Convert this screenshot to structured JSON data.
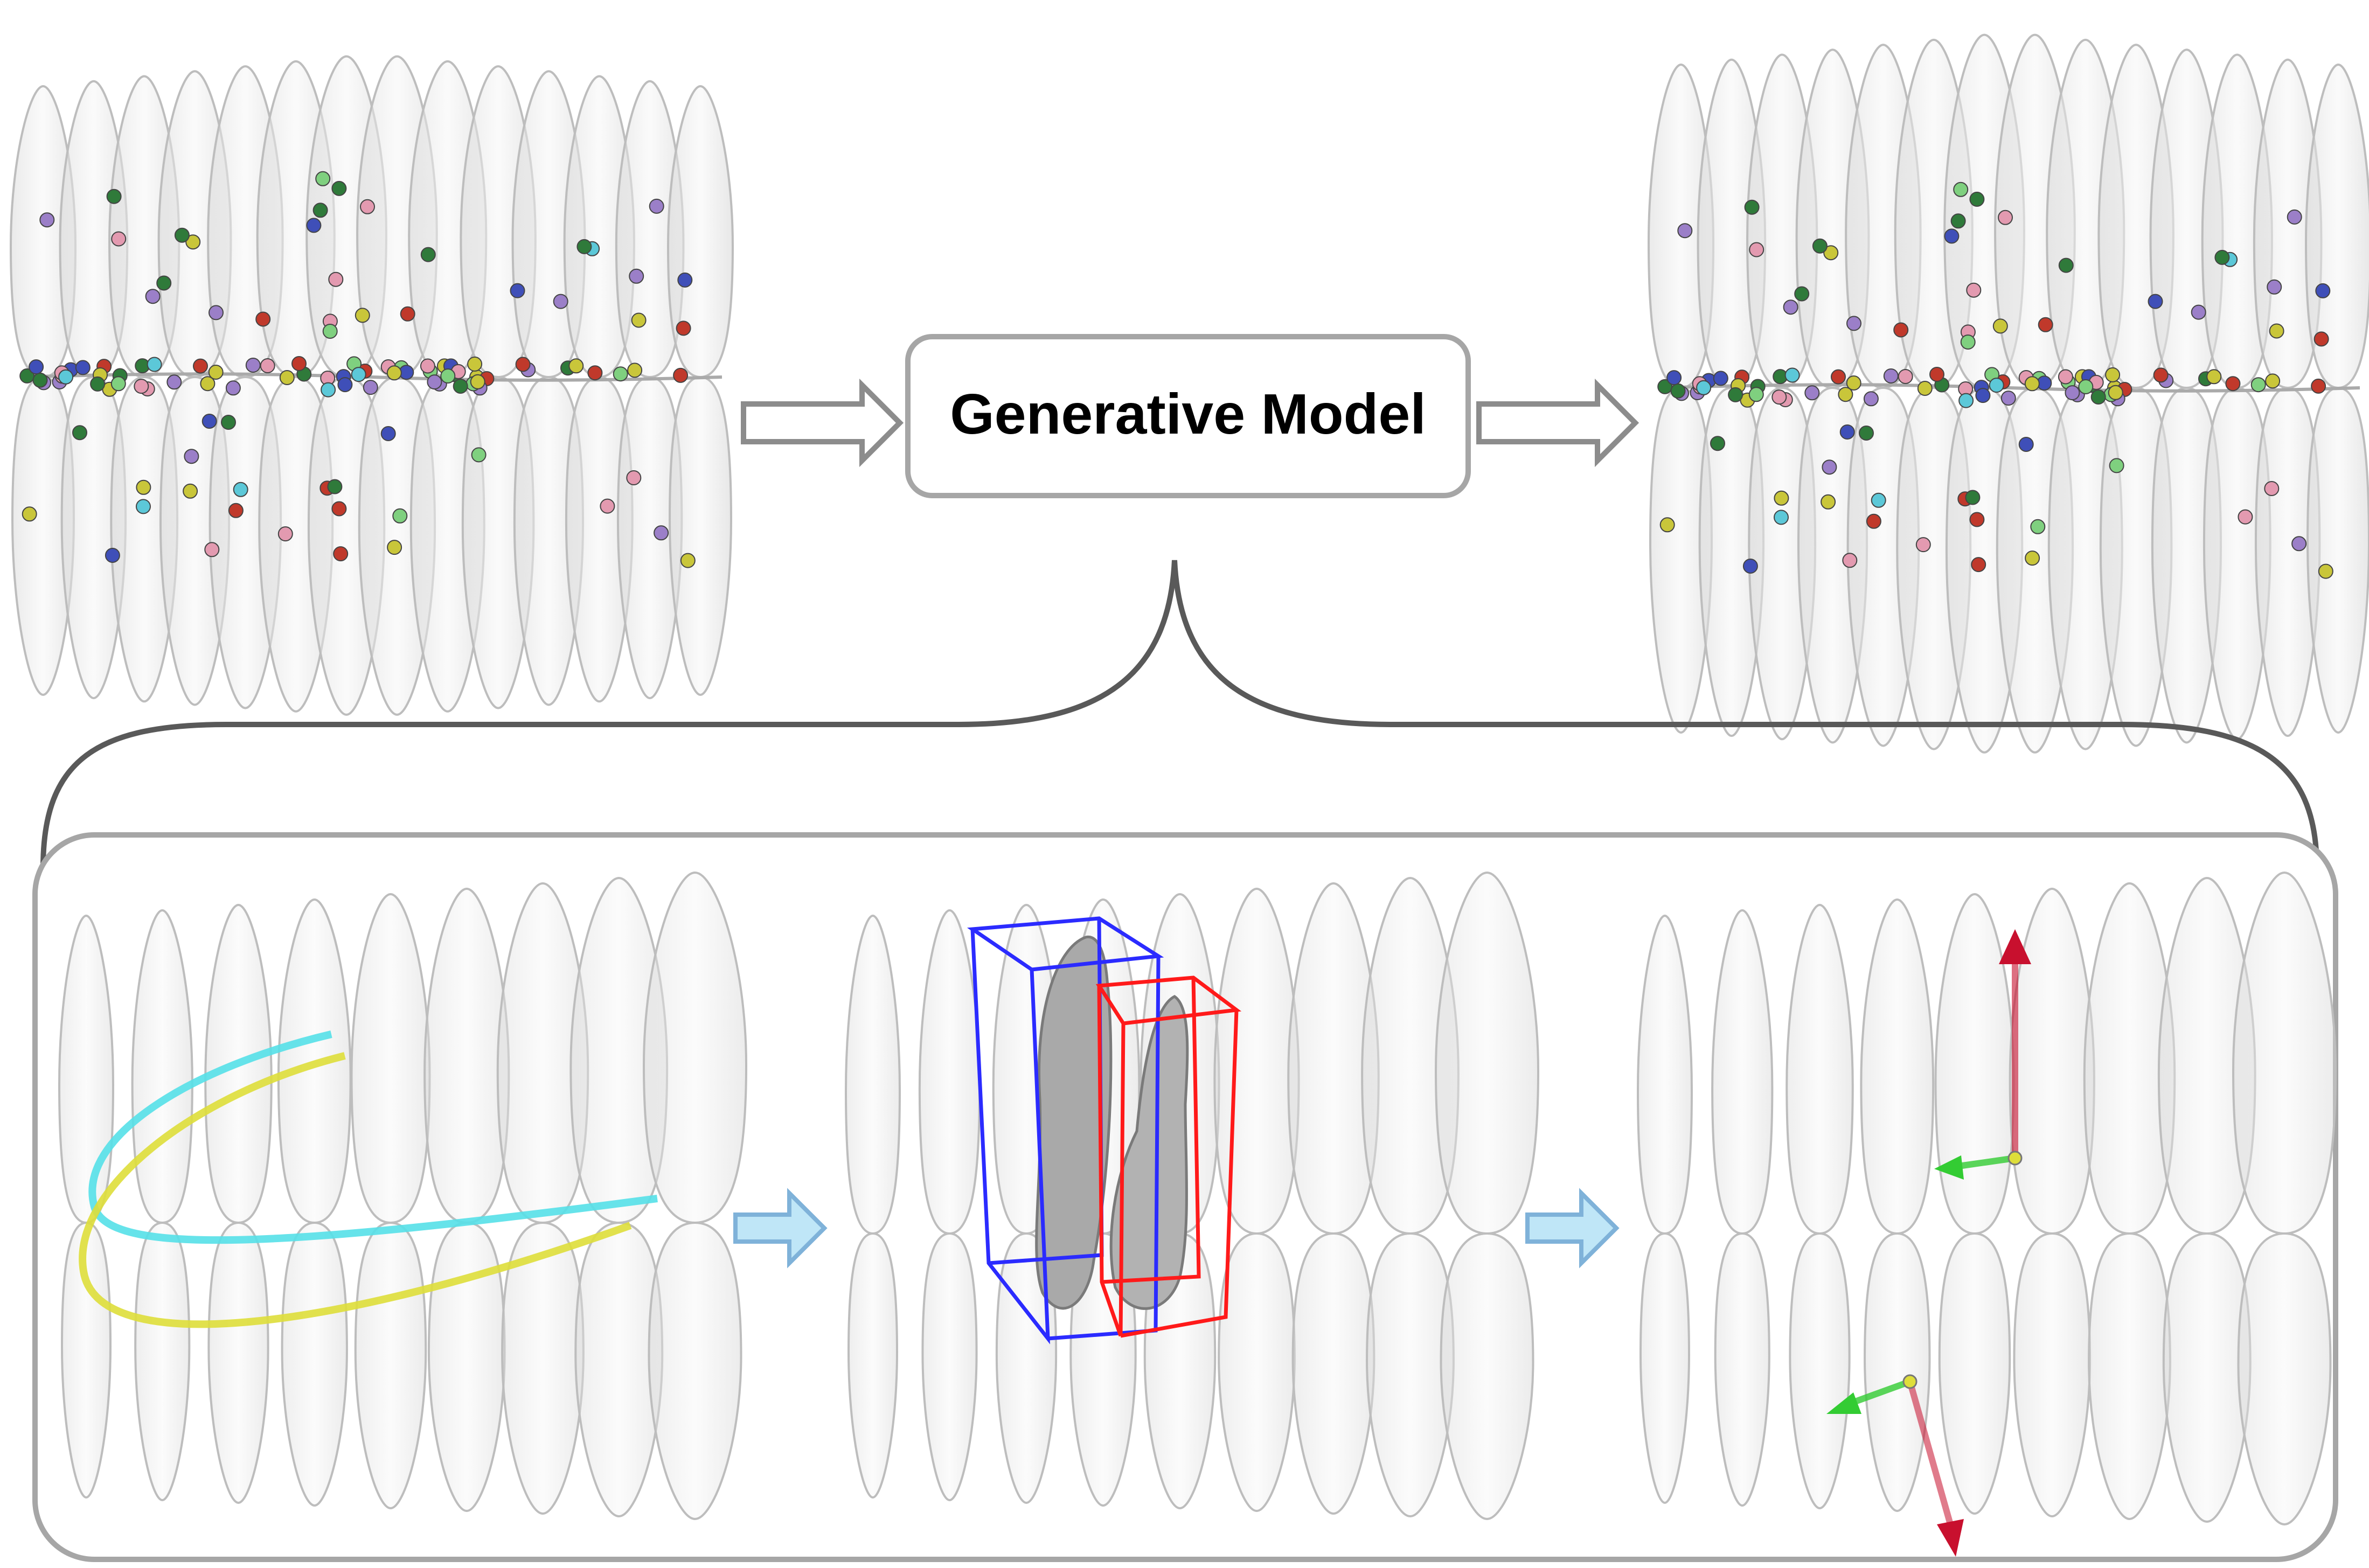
{
  "center_box": {
    "label": "Generative Model"
  },
  "panels": {
    "top_left": {
      "name": "input-dentition-with-landmarks"
    },
    "top_right": {
      "name": "output-dentition-with-landmarks"
    },
    "bottom_left": {
      "name": "dental-arch-curves"
    },
    "bottom_middle": {
      "name": "tooth-bounding-boxes"
    },
    "bottom_right": {
      "name": "tooth-axis-vectors"
    }
  },
  "colors": {
    "box_stroke": "#a6a6a6",
    "brace_stroke": "#595959",
    "tooth_fill": "#e6e6e6",
    "tooth_stroke": "#bdbdbd",
    "arch_cyan": "#55e0e8",
    "arch_yellow": "#dede3a",
    "bbox_blue": "#2b2bff",
    "bbox_red": "#ff1a1a",
    "vector_red": "#c8102e",
    "vector_green": "#33cc33",
    "step_arrow_fill": "#bfe6f7",
    "step_arrow_stroke": "#7fb2d9",
    "landmark_palette": [
      "#2f7a3a",
      "#c9c63a",
      "#3f4fb8",
      "#c0392b",
      "#5cc8d8",
      "#9b7fc8",
      "#7fd07f",
      "#e39ab0"
    ]
  },
  "icons": [
    "hollow-right-arrow-icon",
    "light-blue-right-arrow-icon"
  ]
}
